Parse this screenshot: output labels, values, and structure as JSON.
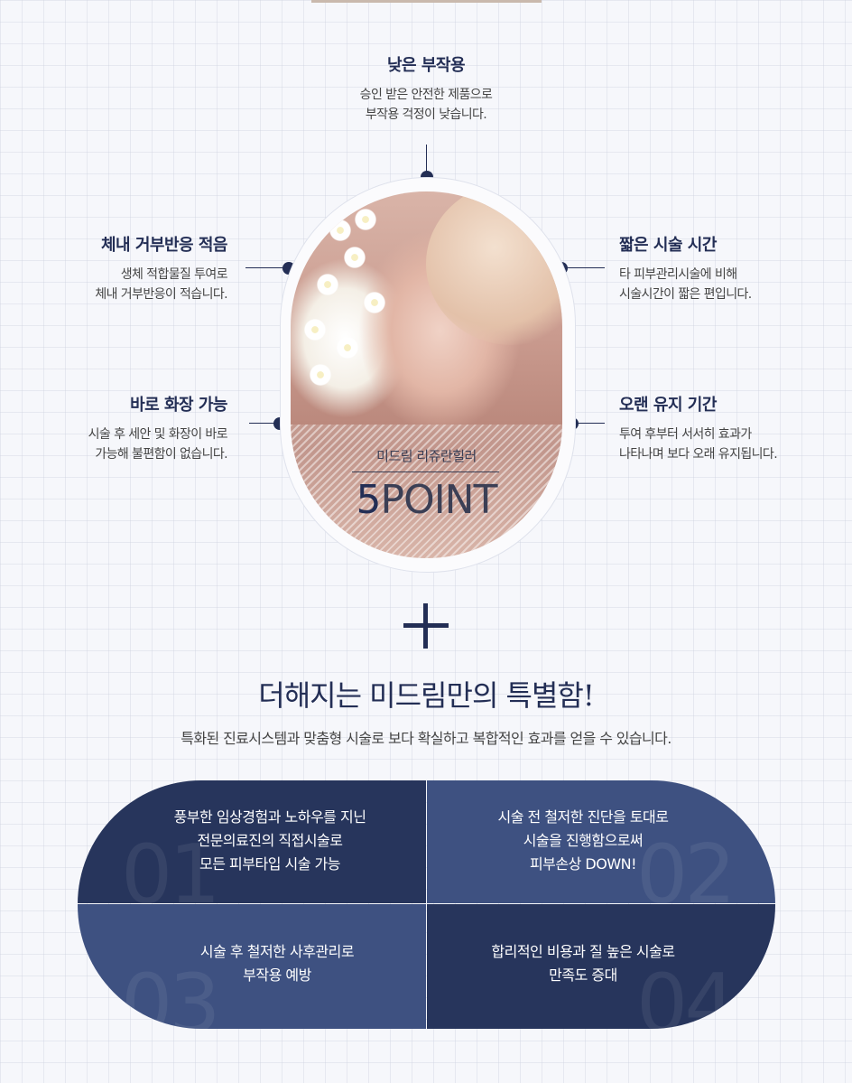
{
  "points": {
    "top": {
      "title": "낮은 부작용",
      "line1": "승인 받은 안전한 제품으로",
      "line2": "부작용 걱정이 낮습니다."
    },
    "left1": {
      "title": "체내 거부반응 적음",
      "line1": "생체 적합물질 투여로",
      "line2": "체내 거부반응이 적습니다."
    },
    "right1": {
      "title": "짧은 시술 시간",
      "line1": "타 피부관리시술에 비해",
      "line2": "시술시간이 짧은 편입니다."
    },
    "left2": {
      "title": "바로 화장 가능",
      "line1": "시술 후 세안 및 화장이 바로",
      "line2": "가능해 불편함이 없습니다."
    },
    "right2": {
      "title": "오랜 유지 기간",
      "line1": "투여 후부터 서서히 효과가",
      "line2": "나타나며 보다 오래 유지됩니다."
    }
  },
  "oval": {
    "subtitle": "미드림 리쥬란힐러",
    "number": "5",
    "word": "POINT"
  },
  "headline": "더해지는 미드림만의 특별함!",
  "subline": "특화된 진료시스템과 맞춤형 시술로 보다 확실하고 복합적인 효과를 얻을 수 있습니다.",
  "features": [
    {
      "num": "01",
      "line1": "풍부한 임상경험과 노하우를 지닌",
      "line2": "전문의료진의 직접시술로",
      "line3": "모든 피부타입 시술 가능"
    },
    {
      "num": "02",
      "line1": "시술 전 철저한 진단을 토대로",
      "line2": "시술을 진행함으로써",
      "line3": "피부손상 DOWN!"
    },
    {
      "num": "03",
      "line1": "시술 후 철저한 사후관리로",
      "line2": "부작용 예방"
    },
    {
      "num": "04",
      "line1": "합리적인 비용과 질 높은 시술로",
      "line2": "만족도 증대"
    }
  ],
  "colors": {
    "navy": "#232e55",
    "cell_dark": "#27355c",
    "cell_light": "#3e5181"
  }
}
